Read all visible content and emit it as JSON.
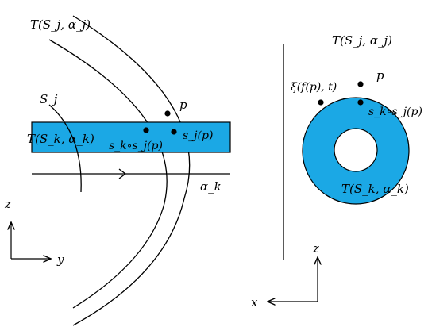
{
  "colors": {
    "band_fill": "#1ba8e5",
    "stroke": "#000000",
    "background": "#ffffff"
  },
  "left_panel": {
    "labels": {
      "tube_outer": "T(S_j, α_j)",
      "s_j": "S_j",
      "point_p": "p",
      "tube_band": "T(S_k, α_k)",
      "composite_point": "s_k∘s_j(p)",
      "section_point": "s_j(p)",
      "alpha_k": "α_k"
    },
    "axes": {
      "vertical": "z",
      "horizontal": "y"
    }
  },
  "right_panel": {
    "labels": {
      "tube_outer": "T(S_j, α_j)",
      "point_p": "p",
      "flow_point": "ξ(f(p), t)",
      "composite_point": "s_k∘s_j(p)",
      "torus_label": "T(S_k, α_k)"
    },
    "axes": {
      "vertical": "z",
      "horizontal": "x"
    }
  }
}
